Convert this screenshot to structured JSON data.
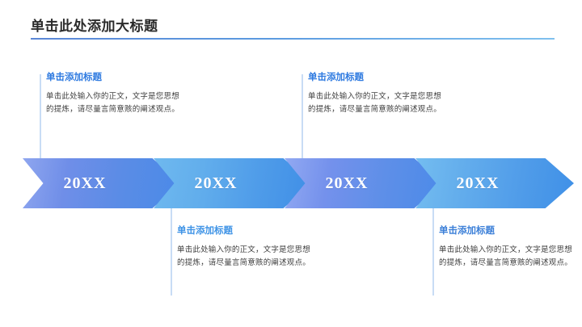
{
  "slide": {
    "title": "单击此处添加大标题",
    "title_color": "#2b2b2b",
    "rule_color": "#5b87d6",
    "background": "#ffffff",
    "connector_color": "#c8dcf5"
  },
  "steps": [
    {
      "arrow_label": "20XX",
      "arrow_color_start": "#8fa6ef",
      "arrow_color_end": "#4a8ae8",
      "heading": "单击添加标题",
      "heading_color": "#2e7ae0",
      "body": "单击此处输入你的正文，文字是您思想的提炼，请尽量言简意赅的阐述观点。",
      "position": "above"
    },
    {
      "arrow_label": "20XX",
      "arrow_color_start": "#6fb9ef",
      "arrow_color_end": "#3f8ee6",
      "heading": "单击添加标题",
      "heading_color": "#3e93e6",
      "body": "单击此处输入你的正文，文字是您思想的提炼，请尽量言简意赅的阐述观点。",
      "position": "below"
    },
    {
      "arrow_label": "20XX",
      "arrow_color_start": "#92a9f2",
      "arrow_color_end": "#4b8ae9",
      "heading": "单击添加标题",
      "heading_color": "#2e7ae0",
      "body": "单击此处输入你的正文，文字是您思想的提炼，请尽量言简意赅的阐述观点。",
      "position": "above"
    },
    {
      "arrow_label": "20XX",
      "arrow_color_start": "#74bdf0",
      "arrow_color_end": "#3f90e7",
      "heading": "单击添加标题",
      "heading_color": "#3b7fd8",
      "body": "单击此处输入你的正文，文字是您思想的提炼，请尽量言简意赅的阐述观点。",
      "position": "below"
    }
  ]
}
